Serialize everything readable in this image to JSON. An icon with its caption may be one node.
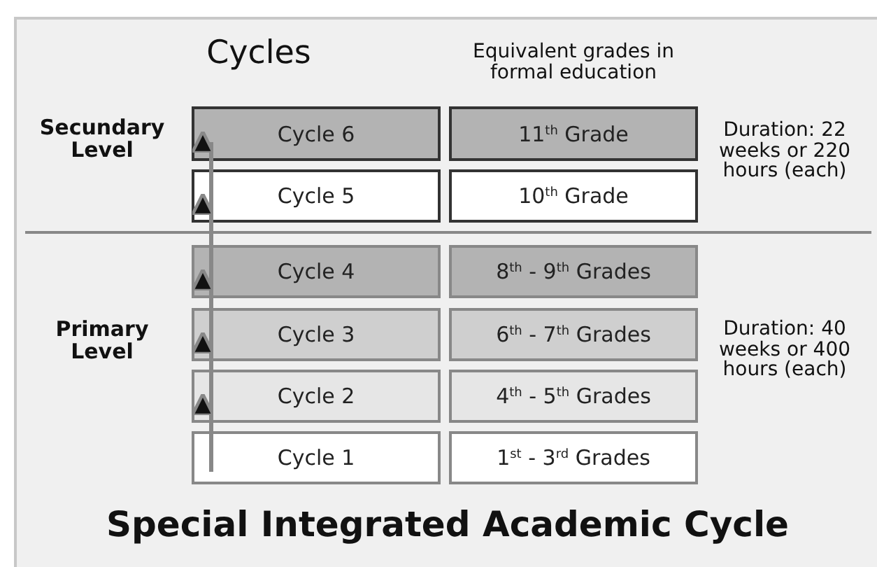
{
  "diagram": {
    "title": "Special Integrated Academic Cycle",
    "nodes": [
      {
        "text": [
          "Cycle 6"
        ]
      },
      {
        "text": [
          "11$^{th}$ Grade"
        ]
      },
      {
        "text": [
          "Cycle 5"
        ]
      },
      {
        "text": [
          "10$^{th}$ Grade"
        ]
      },
      {
        "text": [
          "Cycle 4"
        ]
      },
      {
        "text": [
          "8$^{th}$ - 9$^{th}$ Grades"
        ]
      },
      {
        "text": [
          "Cycle 3"
        ]
      },
      {
        "text": [
          "6$^{th}$ - 7$^{th}$ Grades"
        ]
      },
      {
        "text": [
          "Cycle 2"
        ]
      },
      {
        "text": [
          "4$^{th}$ - 5$^{th}$ Grades"
        ]
      },
      {
        "text": [
          "Cycle 1"
        ]
      },
      {
        "text": [
          "1$^{st}$ - 3$^{rd}$ Grades"
        ]
      }
    ],
    "edges": [
      {
        "from": 10,
        "to": 8,
        "arrow": "to"
      },
      {
        "from": 8,
        "to": 6,
        "arrow": "to"
      },
      {
        "from": 6,
        "to": 4,
        "arrow": "to"
      },
      {
        "from": 4,
        "to": 2,
        "arrow": "to"
      },
      {
        "from": 2,
        "to": 0,
        "arrow": "to"
      }
    ],
    "labels": [
      "Cycles",
      "Equivalent grades in formal education",
      "Secundary Level",
      "Duration: 22 weeks or 220 hours (each)",
      "Primary Level",
      "Duration: 40 weeks or 400 hours (each)"
    ]
  }
}
